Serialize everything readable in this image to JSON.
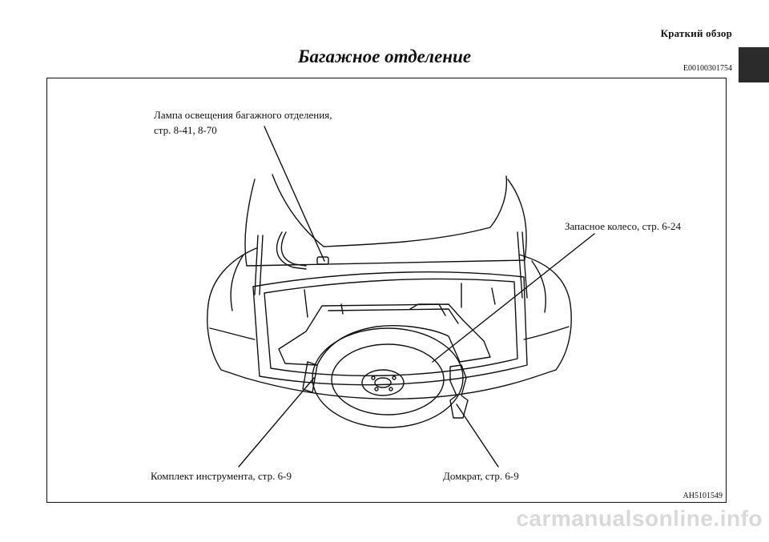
{
  "header": {
    "section_label": "Краткий обзор",
    "title": "Багажное отделение",
    "doc_code": "E00100301754"
  },
  "figure": {
    "code": "AH5101549",
    "callouts": {
      "lamp": {
        "line1": "Лампа освещения багажного отделения,",
        "line2": "стр. 8-41, 8-70"
      },
      "spare_wheel": "Запасное колесо, стр. 6-24",
      "tool_kit": "Комплект инструмента, стр. 6-9",
      "jack": "Домкрат, стр. 6-9"
    }
  },
  "watermark": "carmanualsonline.info",
  "colors": {
    "ink": "#111111",
    "side_tab": "#2b2b2b",
    "watermark": "#d9d9d9"
  }
}
